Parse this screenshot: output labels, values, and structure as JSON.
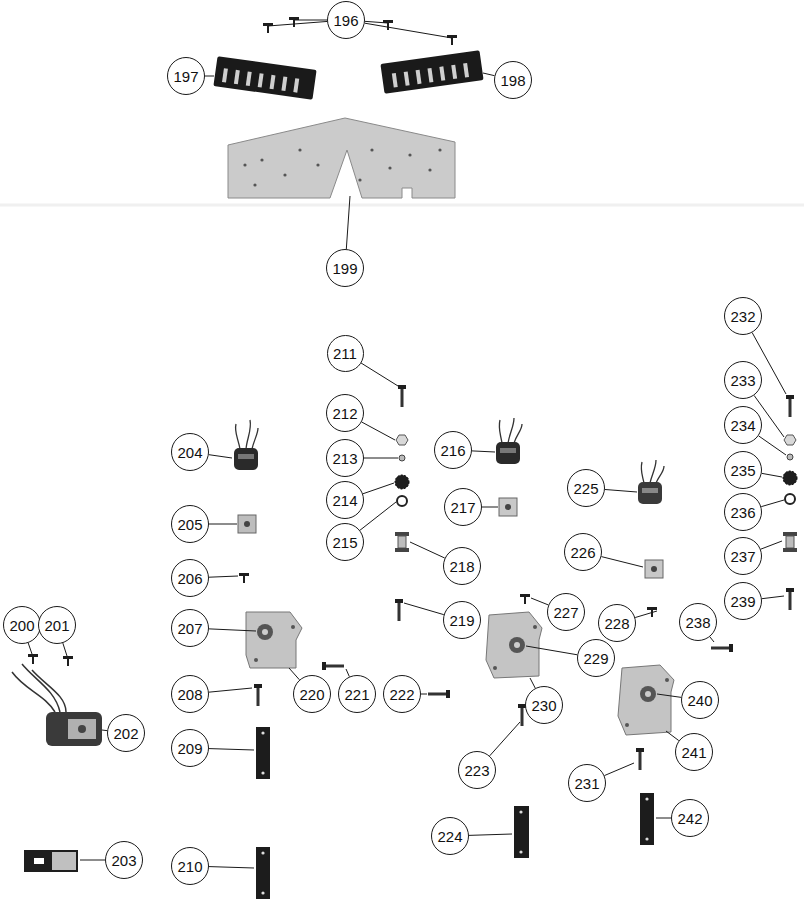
{
  "diagram": {
    "nodes": [
      {
        "text": [
          "196"
        ]
      },
      {
        "text": [
          "197"
        ]
      },
      {
        "text": [
          "198"
        ]
      },
      {
        "text": [
          "199"
        ]
      },
      {
        "text": [
          "200"
        ]
      },
      {
        "text": [
          "201"
        ]
      },
      {
        "text": [
          "202"
        ]
      },
      {
        "text": [
          "203"
        ]
      },
      {
        "text": [
          "204"
        ]
      },
      {
        "text": [
          "205"
        ]
      },
      {
        "text": [
          "206"
        ]
      },
      {
        "text": [
          "207"
        ]
      },
      {
        "text": [
          "208"
        ]
      },
      {
        "text": [
          "209"
        ]
      },
      {
        "text": [
          "210"
        ]
      },
      {
        "text": [
          "211"
        ]
      },
      {
        "text": [
          "212"
        ]
      },
      {
        "text": [
          "213"
        ]
      },
      {
        "text": [
          "214"
        ]
      },
      {
        "text": [
          "215"
        ]
      },
      {
        "text": [
          "216"
        ]
      },
      {
        "text": [
          "217"
        ]
      },
      {
        "text": [
          "218"
        ]
      },
      {
        "text": [
          "219"
        ]
      },
      {
        "text": [
          "220"
        ]
      },
      {
        "text": [
          "221"
        ]
      },
      {
        "text": [
          "222"
        ]
      },
      {
        "text": [
          "223"
        ]
      },
      {
        "text": [
          "224"
        ]
      },
      {
        "text": [
          "225"
        ]
      },
      {
        "text": [
          "226"
        ]
      },
      {
        "text": [
          "227"
        ]
      },
      {
        "text": [
          "228"
        ]
      },
      {
        "text": [
          "229"
        ]
      },
      {
        "text": [
          "230"
        ]
      },
      {
        "text": [
          "231"
        ]
      },
      {
        "text": [
          "232"
        ]
      },
      {
        "text": [
          "233"
        ]
      },
      {
        "text": [
          "234"
        ]
      },
      {
        "text": [
          "235"
        ]
      },
      {
        "text": [
          "236"
        ]
      },
      {
        "text": [
          "237"
        ]
      },
      {
        "text": [
          "238"
        ]
      },
      {
        "text": [
          "239"
        ]
      },
      {
        "text": [
          "240"
        ]
      },
      {
        "text": [
          "241"
        ]
      },
      {
        "text": [
          "242"
        ]
      }
    ]
  }
}
